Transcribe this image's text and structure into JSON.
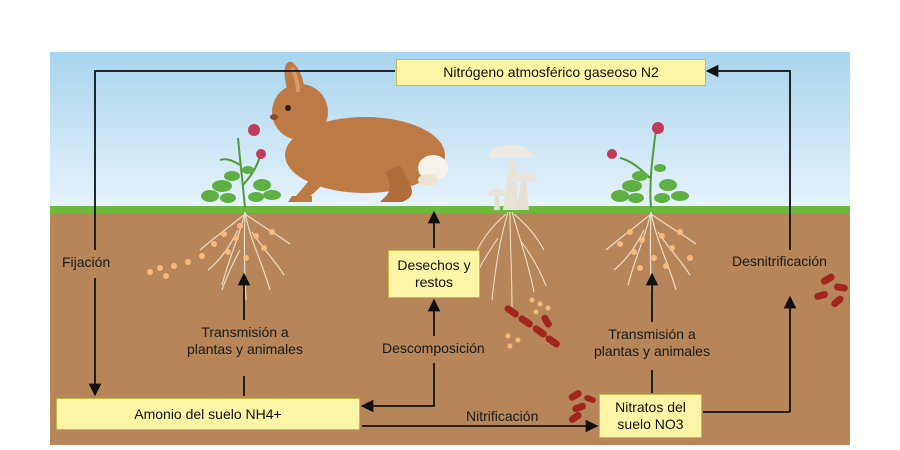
{
  "title_box": "Nitrógeno atmosférico gaseoso N2",
  "left": {
    "fixation": "Fijación",
    "transmission_1": "Transmisión a",
    "transmission_2": "plantas y animales"
  },
  "center": {
    "waste_1": "Desechos y",
    "waste_2": "restos",
    "decomposition": "Descomposición"
  },
  "right": {
    "denitrification": "Desnitrificación",
    "transmission_1": "Transmisión a",
    "transmission_2": "plantas y animales"
  },
  "bottom": {
    "ammonium": "Amonio del suelo NH4+",
    "nitrification": "Nitrificación",
    "nitrates_1": "Nitratos del",
    "nitrates_2": "suelo NO3"
  },
  "colors": {
    "sky_top": "#a8d4ef",
    "sky_bottom": "#e6f3fb",
    "grass": "#6cba3c",
    "soil": "#b6855a",
    "box_fill": "#fdf5a6",
    "arrow": "#111111",
    "rabbit": "#bd7a45",
    "bacteria": "#a3261e",
    "nodule": "#f6b97a"
  }
}
